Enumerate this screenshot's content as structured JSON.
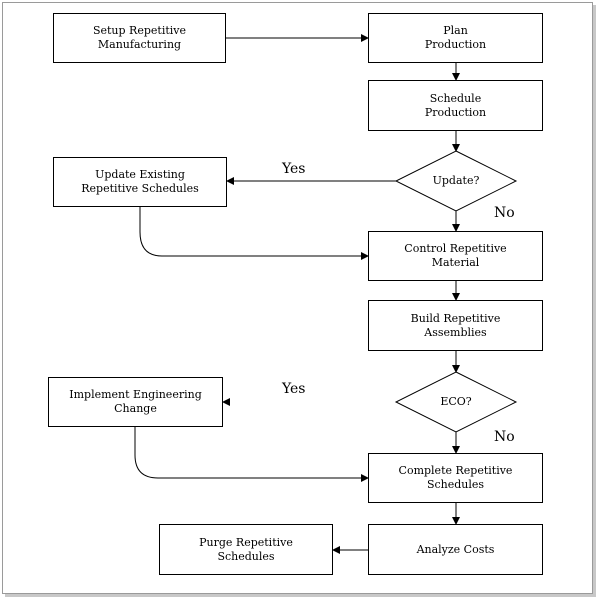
{
  "nodes": {
    "setup": "Setup Repetitive\nManufacturing",
    "plan": "Plan\nProduction",
    "schedule": "Schedule\nProduction",
    "update_existing": "Update Existing\nRepetitive Schedules",
    "update_decision": "Update?",
    "control": "Control Repetitive\nMaterial",
    "build": "Build Repetitive\nAssemblies",
    "implement_eco": "Implement Engineering\nChange",
    "eco_decision": "ECO?",
    "complete": "Complete Repetitive\nSchedules",
    "purge": "Purge Repetitive\nSchedules",
    "analyze": "Analyze Costs"
  },
  "labels": {
    "yes1": "Yes",
    "no1": "No",
    "yes2": "Yes",
    "no2": "No"
  }
}
